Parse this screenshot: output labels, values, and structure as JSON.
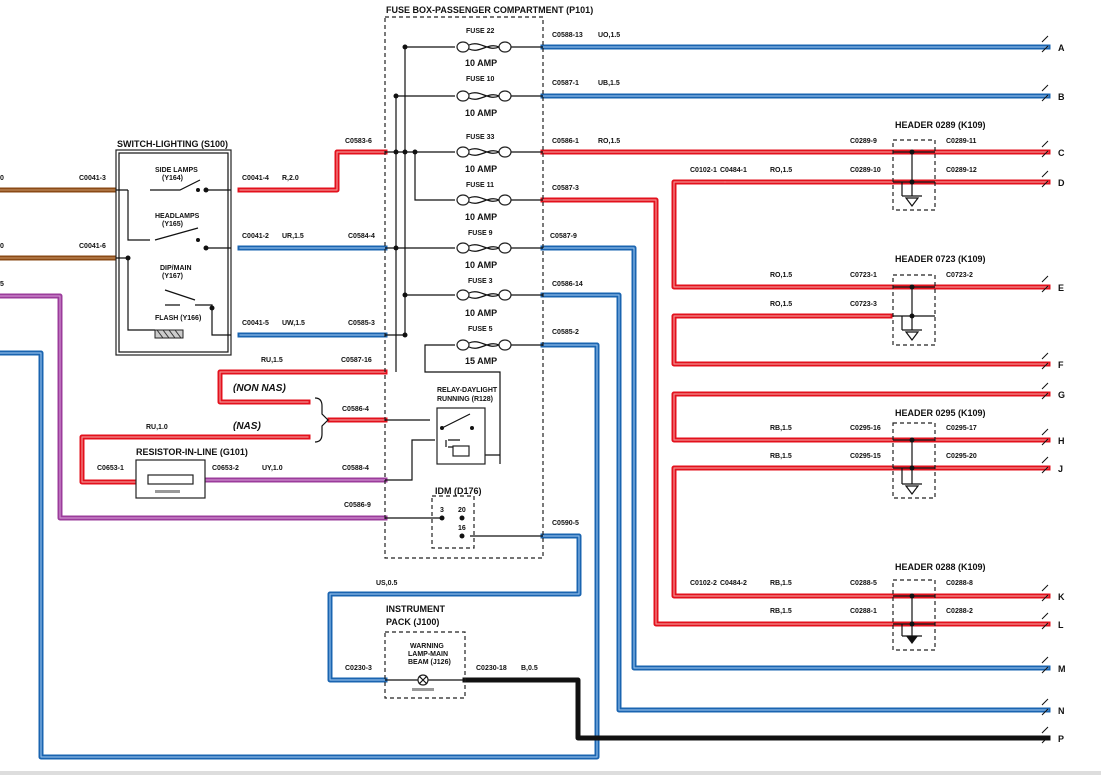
{
  "colors": {
    "red": "#e3101c",
    "blue": "#1a64b0",
    "brown": "#8a4a16",
    "purple": "#9b3c9b",
    "black": "#111111"
  },
  "titles": {
    "fusebox": "FUSE BOX-PASSENGER COMPARTMENT (P101)",
    "switch": "SWITCH-LIGHTING (S100)",
    "resistor": "RESISTOR-IN-LINE (G101)",
    "relay_a": "RELAY-DAYLIGHT",
    "relay_b": "RUNNING (R128)",
    "idm": "IDM (D176)",
    "instrument_a": "INSTRUMENT",
    "instrument_b": "PACK (J100)",
    "warn_a": "WARNING",
    "warn_b": "LAMP-MAIN",
    "warn_c": "BEAM (J126)",
    "non_nas": "(NON NAS)",
    "nas": "(NAS)"
  },
  "switch_parts": {
    "side_a": "SIDE LAMPS",
    "side_b": "(Y164)",
    "head_a": "HEADLAMPS",
    "head_b": "(Y165)",
    "dip_a": "DIP/MAIN",
    "dip_b": "(Y167)",
    "flash": "FLASH (Y166)"
  },
  "idm_pins": {
    "p3": "3",
    "p20": "20",
    "p16": "16"
  },
  "headers": {
    "h0289": "HEADER 0289 (K109)",
    "h0723": "HEADER 0723 (K109)",
    "h0295": "HEADER 0295 (K109)",
    "h0288": "HEADER 0288 (K109)"
  },
  "fuses": [
    {
      "name": "FUSE 22",
      "rating": "10 AMP"
    },
    {
      "name": "FUSE 10",
      "rating": "10 AMP"
    },
    {
      "name": "FUSE 33",
      "rating": "10 AMP"
    },
    {
      "name": "FUSE 11",
      "rating": "10 AMP"
    },
    {
      "name": "FUSE 9",
      "rating": "10 AMP"
    },
    {
      "name": "FUSE 3",
      "rating": "10 AMP"
    },
    {
      "name": "FUSE 5",
      "rating": "15 AMP"
    }
  ],
  "connectors": {
    "c0588_13": "C0588-13",
    "c0587_1": "C0587-1",
    "c0586_1": "C0586-1",
    "c0587_3": "C0587-3",
    "c0587_9": "C0587-9",
    "c0586_14": "C0586-14",
    "c0585_2": "C0585-2",
    "c0590_5": "C0590-5",
    "c0583_6": "C0583-6",
    "c0584_4": "C0584-4",
    "c0585_3": "C0585-3",
    "c0587_16": "C0587-16",
    "c0586_4": "C0586-4",
    "c0588_4": "C0588-4",
    "c0586_9": "C0586-9",
    "c0041_3": "C0041-3",
    "c0041_6": "C0041-6",
    "c0041_4": "C0041-4",
    "c0041_2": "C0041-2",
    "c0041_5": "C0041-5",
    "c0653_1": "C0653-1",
    "c0653_2": "C0653-2",
    "c0230_3": "C0230-3",
    "c0230_18": "C0230-18",
    "c0289_9": "C0289-9",
    "c0289_10": "C0289-10",
    "c0289_11": "C0289-11",
    "c0289_12": "C0289-12",
    "c0102_1": "C0102-1",
    "c0484_1": "C0484-1",
    "c0723_1": "C0723-1",
    "c0723_2": "C0723-2",
    "c0723_3": "C0723-3",
    "c0295_16": "C0295-16",
    "c0295_17": "C0295-17",
    "c0295_15": "C0295-15",
    "c0295_20": "C0295-20",
    "c0102_2": "C0102-2",
    "c0484_2": "C0484-2",
    "c0288_5": "C0288-5",
    "c0288_8": "C0288-8",
    "c0288_1": "C0288-1",
    "c0288_2": "C0288-2"
  },
  "wires": {
    "uo15": "UO,1.5",
    "ub15": "UB,1.5",
    "ro15": "RO,1.5",
    "r20": "R,2.0",
    "ur15": "UR,1.5",
    "uw15": "UW,1.5",
    "ru15": "RU,1.5",
    "ru10": "RU,1.0",
    "uy10": "UY,1.0",
    "us05": "US,0.5",
    "b05": "B,0.5",
    "rb15": "RB,1.5",
    "left0": "0",
    "left5": "5"
  },
  "terminals": [
    "A",
    "B",
    "C",
    "D",
    "E",
    "F",
    "G",
    "H",
    "J",
    "K",
    "L",
    "M",
    "N",
    "P"
  ]
}
